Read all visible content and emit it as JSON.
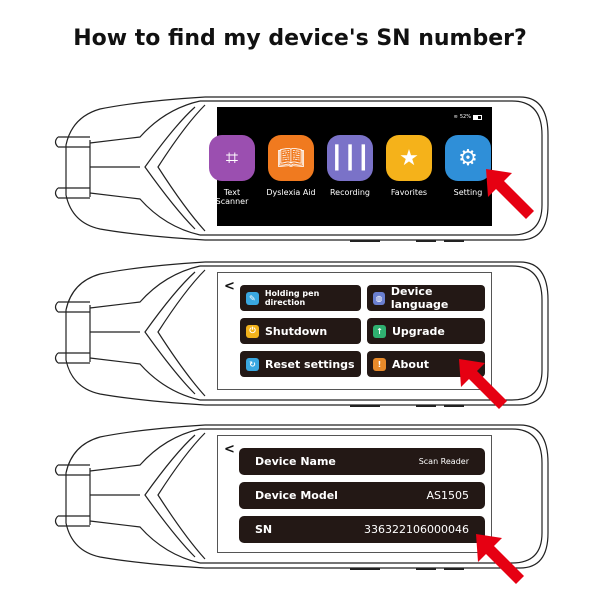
{
  "title": "How to find my device's SN number?",
  "home": {
    "status": {
      "battery": "52%",
      "battery_fraction": 0.52
    },
    "apps": [
      {
        "label": "Text Scanner",
        "color": "#9b4fb0",
        "icon": "scan-icon"
      },
      {
        "label": "Dyslexia Aid",
        "color": "#f07a1f",
        "icon": "book-icon"
      },
      {
        "label": "Recording",
        "color": "#7a72c8",
        "icon": "waveform-icon"
      },
      {
        "label": "Favorites",
        "color": "#f5b21a",
        "icon": "folder-star-icon"
      },
      {
        "label": "Setting",
        "color": "#2f8fd8",
        "icon": "gear-icon"
      }
    ]
  },
  "settings": {
    "back": "<",
    "items": [
      {
        "label": "Holding pen direction",
        "color": "#3aa7e0",
        "icon": "pen-icon"
      },
      {
        "label": "Device language",
        "color": "#6a7fd0",
        "icon": "globe-icon"
      },
      {
        "label": "Shutdown",
        "color": "#f2b21c",
        "icon": "power-icon"
      },
      {
        "label": "Upgrade",
        "color": "#2fb070",
        "icon": "upgrade-icon"
      },
      {
        "label": "Reset settings",
        "color": "#3aa7e0",
        "icon": "reset-icon"
      },
      {
        "label": "About",
        "color": "#e88a2a",
        "icon": "info-icon"
      }
    ]
  },
  "about": {
    "back": "<",
    "rows": [
      {
        "key": "Device Name",
        "value": "Scan Reader"
      },
      {
        "key": "Device Model",
        "value": "AS1505"
      },
      {
        "key": "SN",
        "value": "336322106000046"
      }
    ]
  },
  "colors": {
    "arrow": "#e60012",
    "button_bg": "#231815"
  }
}
